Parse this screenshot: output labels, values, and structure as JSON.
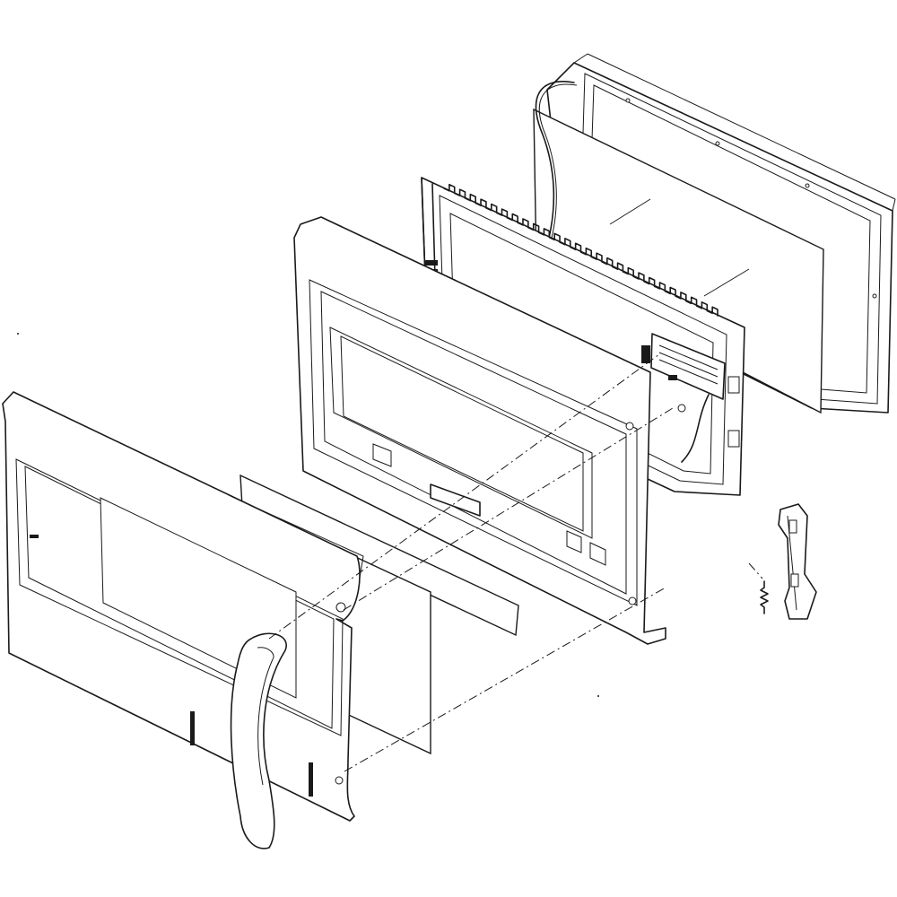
{
  "diagram": {
    "kind": "exploded-parts-view",
    "parts": [
      {
        "name": "outer-door-frame-rear"
      },
      {
        "name": "door-glass-panel"
      },
      {
        "name": "choke-cover-wire-frame"
      },
      {
        "name": "inner-door-panel"
      },
      {
        "name": "front-glass-strip"
      },
      {
        "name": "door-shield-panel"
      },
      {
        "name": "outer-door-front-panel"
      },
      {
        "name": "door-handle"
      },
      {
        "name": "latch-hook"
      },
      {
        "name": "latch-spring"
      }
    ],
    "colors": {
      "line": "#1a1a1a",
      "fill": "#ffffff"
    }
  }
}
